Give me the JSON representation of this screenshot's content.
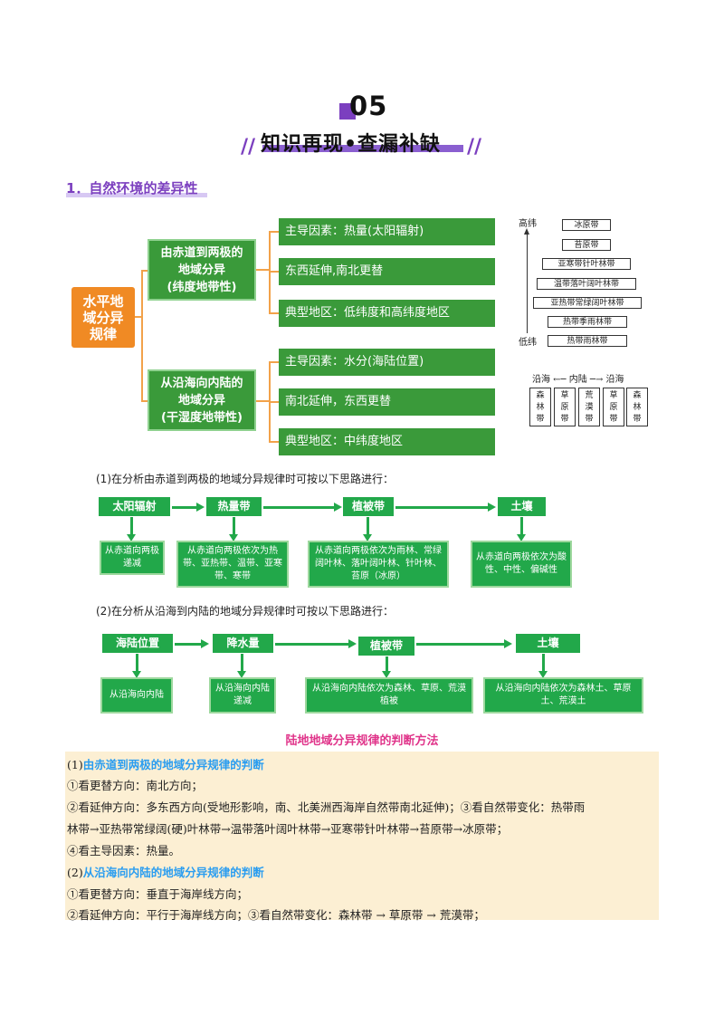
{
  "header": {
    "number": "05",
    "title": "知识再现•查漏补缺"
  },
  "section_title": "1．自然环境的差异性",
  "mindmap": {
    "root": "水平地域分异规律",
    "branches": [
      {
        "label": "由赤道到两极的地域分异(纬度地带性)",
        "lines": [
          "由赤道到两极的",
          "地域分异",
          "(纬度地带性)"
        ],
        "leaves": [
          "主导因素：热量(太阳辐射)",
          "东西延伸,南北更替",
          "典型地区：低纬度和高纬度地区"
        ]
      },
      {
        "label": "从沿海向内陆的地域分异(干湿度地带性)",
        "lines": [
          "从沿海向内陆的",
          "地域分异",
          "(干湿度地带性)"
        ],
        "leaves": [
          "主导因素：水分(海陆位置)",
          "南北延伸，东西更替",
          "典型地区：中纬度地区"
        ]
      }
    ],
    "root_lines": [
      "水平地",
      "域分异",
      "规律"
    ]
  },
  "lat_diagram": {
    "high": "高纬",
    "low": "低纬",
    "belts": [
      "冰原带",
      "苔原带",
      "亚寒带针叶林带",
      "温带落叶阔叶林带",
      "亚热带常绿阔叶林带",
      "热带季雨林带",
      "热带雨林带"
    ],
    "axis_text": "沿海 ←─ 内陆 ─→ 沿海",
    "columns": [
      [
        "森",
        "林",
        "带"
      ],
      [
        "草",
        "原",
        "带"
      ],
      [
        "荒",
        "漠",
        "带"
      ],
      [
        "草",
        "原",
        "带"
      ],
      [
        "森",
        "林",
        "带"
      ]
    ]
  },
  "flow1": {
    "intro": "(1)在分析由赤道到两极的地域分异规律时可按以下思路进行：",
    "heads": [
      "太阳辐射",
      "热量带",
      "植被带",
      "土壤"
    ],
    "boxes": [
      "从赤道向两极递减",
      "从赤道向两极依次为热带、亚热带、温带、亚寒带、寒带",
      "从赤道向两极依次为雨林、常绿阔叶林、落叶阔叶林、针叶林、苔原（冰原）",
      "从赤道向两极依次为酸性、中性、偏碱性"
    ]
  },
  "flow2": {
    "intro": "(2)在分析从沿海到内陆的地域分异规律时可按以下思路进行：",
    "heads": [
      "海陆位置",
      "降水量",
      "植被带",
      "土壤"
    ],
    "boxes": [
      "从沿海向内陆",
      "从沿海向内陆递减",
      "从沿海向内陆依次为森林、草原、荒漠植被",
      "从沿海向内陆依次为森林土、草原土、荒漠土"
    ]
  },
  "method": {
    "title": "陆地地域分异规律的判断方法",
    "l1_prefix": "(1)",
    "l1_title": "由赤道到两极的地域分异规律的判断",
    "l2": "①看更替方向：南北方向；",
    "l3": "②看延伸方向：多东西方向(受地形影响，南、北美洲西海岸自然带南北延伸)；③看自然带变化：热带雨",
    "l4": "林带→亚热带常绿阔(硬)叶林带→温带落叶阔叶林带→亚寒带针叶林带→苔原带→冰原带；",
    "l5": "④看主导因素：热量。",
    "l6_prefix": "(2)",
    "l6_title": "从沿海向内陆的地域分异规律的判断",
    "l7": "①看更替方向：垂直于海岸线方向；",
    "l8": "②看延伸方向：平行于海岸线方向；③看自然带变化：森林带 → 草原带 → 荒漠带；"
  },
  "colors": {
    "purple": "#7b3fbf",
    "orange": "#f08a24",
    "green": "#3a9a3a",
    "flow_green": "#22a84a",
    "pink": "#e0348a",
    "blue": "#2a9df0",
    "panel": "#fcefd3"
  }
}
